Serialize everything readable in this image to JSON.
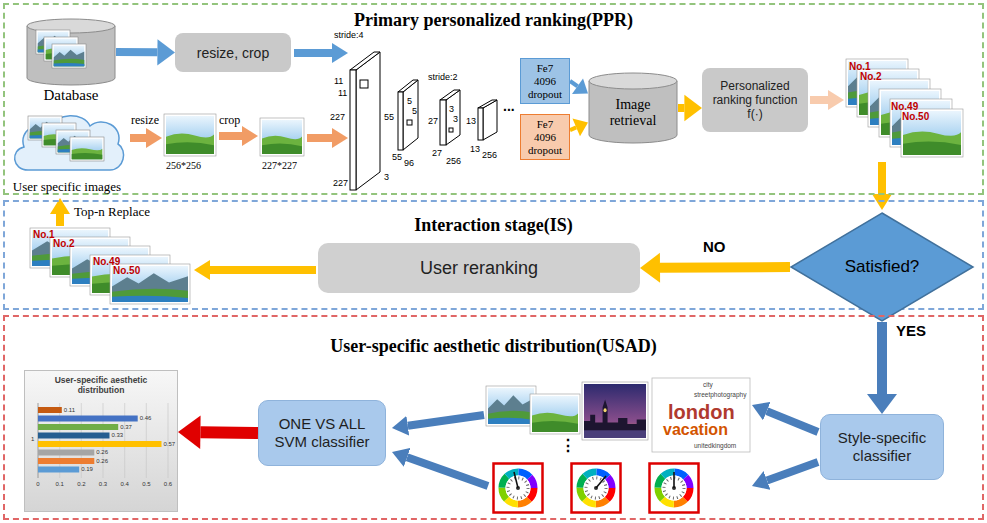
{
  "diagram": {
    "nodes": [
      {
        "text": [
          "Primary personalized ranking(PPR)"
        ]
      },
      {
        "text": [
          "Database"
        ],
        "in": 0
      },
      {
        "text": [
          "resize, crop"
        ],
        "in": 0
      },
      {
        "text": [
          "User specific images"
        ],
        "in": 0
      },
      {
        "text": [
          "Fe7 4096 dropout"
        ],
        "in": 0
      },
      {
        "text": [
          "Fe7 4096 dropout"
        ],
        "in": 0
      },
      {
        "text": [
          "Image retrieval"
        ],
        "in": 0
      },
      {
        "text": [
          "Personalized ranking function f(·)"
        ],
        "in": 0
      },
      {
        "text": [
          "Interaction stage(IS)"
        ]
      },
      {
        "text": [
          "User reranking"
        ],
        "in": 8
      },
      {
        "text": [
          "Satisfied?"
        ]
      },
      {
        "text": [
          "User-specific aesthetic distribution(USAD)"
        ]
      },
      {
        "text": [
          "Style-specific classifier"
        ],
        "in": 11
      },
      {
        "text": [
          "ONE VS ALL SVM classifier"
        ],
        "in": 11
      },
      {
        "text": [
          "User-specific aesthetic distribution"
        ],
        "in": 11
      }
    ],
    "edges": [
      {
        "from": 1,
        "to": 2,
        "arrow": "to"
      },
      {
        "from": 4,
        "to": 6,
        "arrow": "to"
      },
      {
        "from": 5,
        "to": 6,
        "arrow": "to"
      },
      {
        "from": 6,
        "to": 7,
        "arrow": "to"
      },
      {
        "from": 10,
        "to": 9,
        "label": "NO",
        "arrow": "to"
      },
      {
        "from": 10,
        "to": 12,
        "label": "YES",
        "arrow": "to"
      },
      {
        "from": 13,
        "to": 14,
        "arrow": "to"
      }
    ],
    "labels": [
      "stride:4",
      "11",
      "11",
      "227",
      "227",
      "3",
      "55",
      "55",
      "96",
      "5",
      "5",
      "stride:2",
      "27",
      "27",
      "256",
      "3",
      "3",
      "13",
      "13",
      "256",
      "...",
      "resize",
      "crop",
      "256*256",
      "227*227",
      "No.1",
      "No.2",
      "No.49",
      "No.50",
      "Top-n Replace",
      "No.1",
      "No.2",
      "No.49",
      "No.50",
      "london",
      "vacation",
      "city",
      "streetphotography",
      "unitedkingdom",
      "⋮",
      "0.11",
      "0.46",
      "0.37",
      "0.33",
      "0.57",
      "0.26",
      "0.26",
      "0.19",
      "1",
      "0",
      "0.1",
      "0.2",
      "0.3",
      "0.4",
      "0.5",
      "0.6"
    ]
  }
}
